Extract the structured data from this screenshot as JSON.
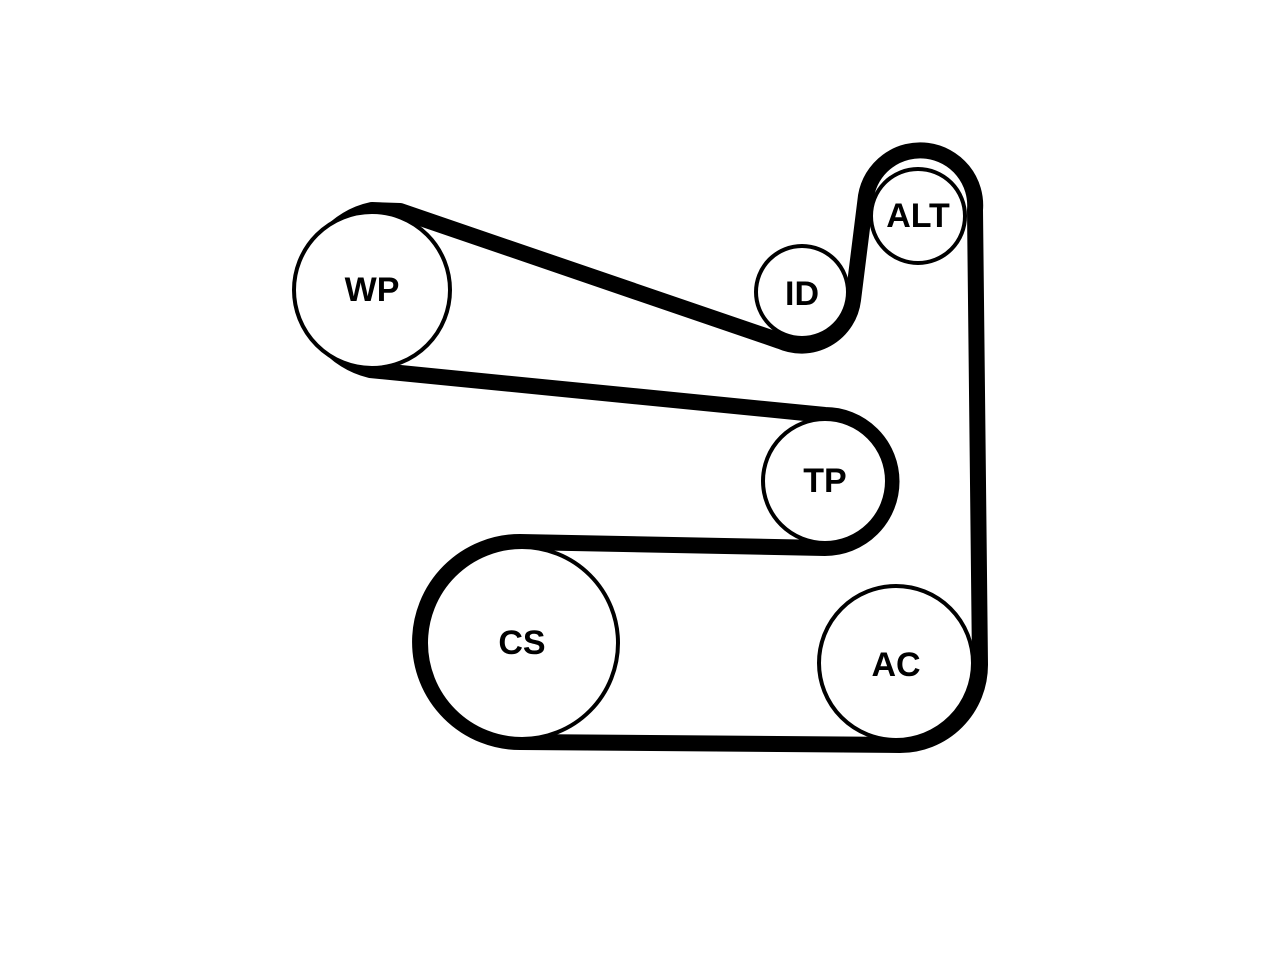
{
  "diagram": {
    "colors": {
      "belt": "#000000",
      "pulley_stroke": "#000000",
      "pulley_fill": "#ffffff",
      "text": "#000000",
      "background": "#ffffff"
    },
    "pulleys": [
      {
        "id": "wp",
        "label": "WP"
      },
      {
        "id": "id",
        "label": "ID"
      },
      {
        "id": "alt",
        "label": "ALT"
      },
      {
        "id": "tp",
        "label": "TP"
      },
      {
        "id": "cs",
        "label": "CS"
      },
      {
        "id": "ac",
        "label": "AC"
      }
    ]
  }
}
